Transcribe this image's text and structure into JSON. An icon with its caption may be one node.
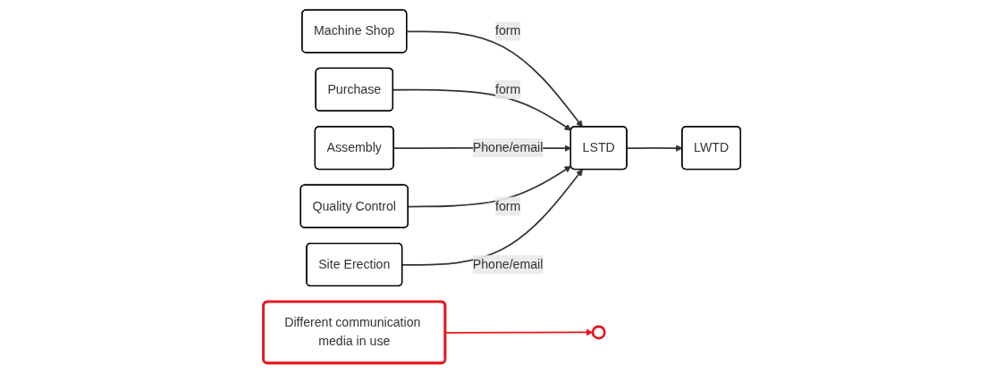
{
  "diagram": {
    "nodes": [
      {
        "text": [
          "Machine Shop"
        ]
      },
      {
        "text": [
          "Purchase"
        ]
      },
      {
        "text": [
          "Assembly"
        ]
      },
      {
        "text": [
          "Quality Control"
        ]
      },
      {
        "text": [
          "Site Erection"
        ]
      },
      {
        "text": [
          "LSTD"
        ]
      },
      {
        "text": [
          "LWTD"
        ]
      },
      {
        "text": [],
        "shape": "ellipse"
      },
      {
        "text": [
          "Different communication media in use"
        ]
      }
    ],
    "edges": [
      {
        "from": 0,
        "to": 5,
        "arrow": "to",
        "label": "form"
      },
      {
        "from": 1,
        "to": 5,
        "arrow": "to",
        "label": "form"
      },
      {
        "from": 2,
        "to": 5,
        "arrow": "to",
        "label": "Phone/email"
      },
      {
        "from": 3,
        "to": 5,
        "arrow": "to",
        "label": "form"
      },
      {
        "from": 4,
        "to": 5,
        "arrow": "to",
        "label": "Phone/email"
      },
      {
        "from": 5,
        "to": 6,
        "arrow": "to"
      },
      {
        "from": 8,
        "to": 7,
        "arrow": "to",
        "color": "#e8141b"
      }
    ]
  }
}
